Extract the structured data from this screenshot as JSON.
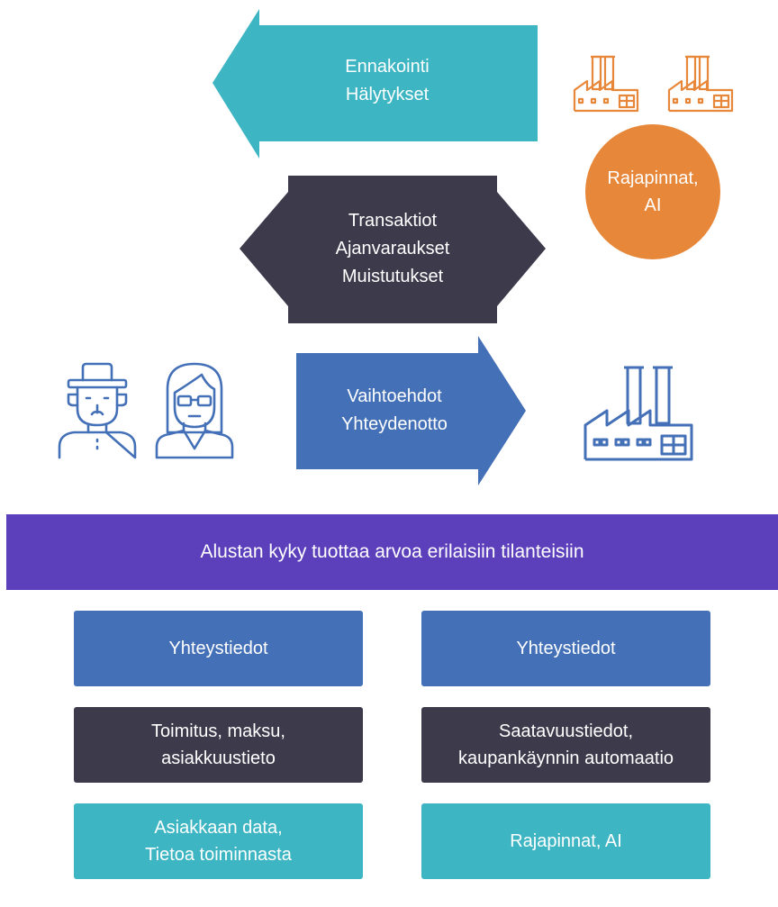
{
  "arrows": {
    "left_arrow": {
      "label": "Ennakointi\nHälytykset",
      "color": "#3db5c3"
    },
    "double_arrow": {
      "label": "Transaktiot\nAjanvaraukset\nMuistutukset",
      "color": "#3c3a4b"
    },
    "right_arrow": {
      "label": "Vaihtoehdot\nYhteydenotto",
      "color": "#4470b7"
    }
  },
  "circle": {
    "label": "Rajapinnat,\nAI",
    "color": "#e7873a"
  },
  "icons": {
    "small_factory_color": "#e7873a",
    "people_color": "#4470b7",
    "large_factory_color": "#4470b7"
  },
  "banner": {
    "label": "Alustan kyky tuottaa arvoa erilaisiin tilanteisiin",
    "color": "#5b3fbb"
  },
  "left_column": [
    {
      "label": "Yhteystiedot"
    },
    {
      "label": "Toimitus, maksu,\nasiakkuustieto"
    },
    {
      "label": "Asiakkaan data,\nTietoa toiminnasta"
    }
  ],
  "right_column": [
    {
      "label": "Yhteystiedot"
    },
    {
      "label": "Saatavuustiedot,\nkaupankäynnin automaatio"
    },
    {
      "label": "Rajapinnat, AI"
    }
  ]
}
